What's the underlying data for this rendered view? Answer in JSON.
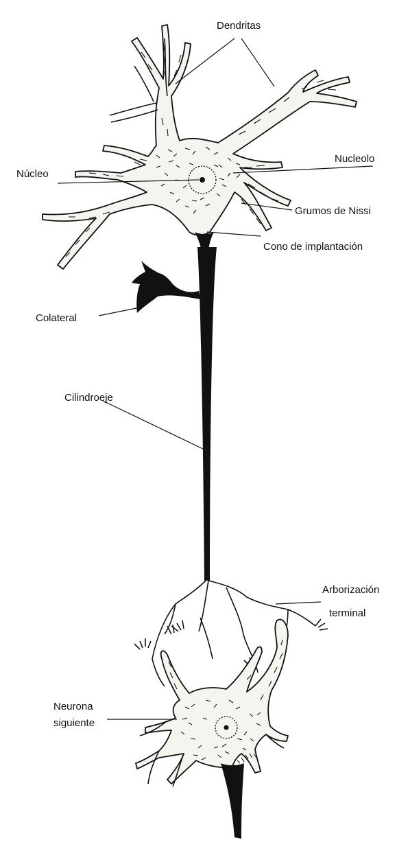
{
  "figure": {
    "labels": {
      "dendritas": "Dendritas",
      "nucleo": "Núcleo",
      "nucleolo": "Nucleolo",
      "grumos": "Grumos de Nissi",
      "cono": "Cono de implantación",
      "colateral": "Colateral",
      "cilindroeje": "Cilindroeje",
      "arborizacion_1": "Arborización",
      "arborizacion_2": "terminal",
      "neurona_1": "Neurona",
      "neurona_2": "siguiente"
    },
    "colors": {
      "ink": "#111111",
      "cell_fill": "#f6f4ee",
      "background": "#ffffff"
    }
  }
}
